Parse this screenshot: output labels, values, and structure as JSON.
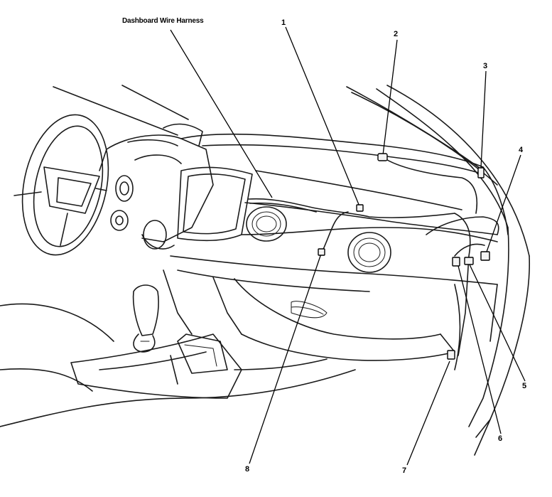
{
  "title": "Dashboard Wire Harness",
  "callouts": [
    {
      "id": "1",
      "text": "1"
    },
    {
      "id": "2",
      "text": "2"
    },
    {
      "id": "3",
      "text": "3"
    },
    {
      "id": "4",
      "text": "4"
    },
    {
      "id": "5",
      "text": "5"
    },
    {
      "id": "6",
      "text": "6"
    },
    {
      "id": "7",
      "text": "7"
    },
    {
      "id": "8",
      "text": "8"
    }
  ]
}
